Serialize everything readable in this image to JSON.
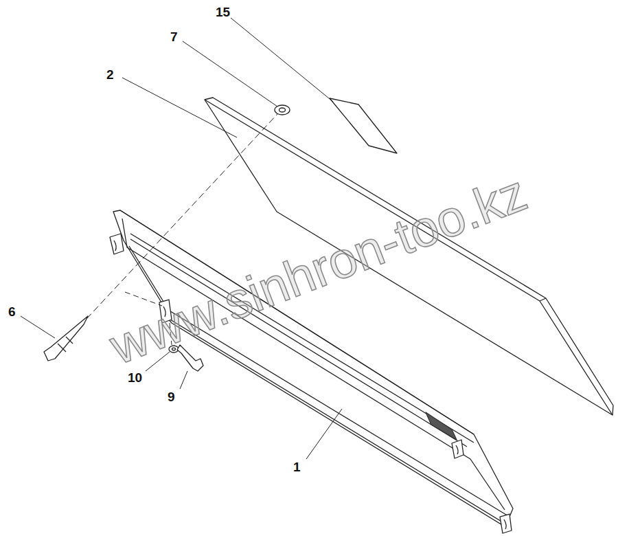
{
  "diagram": {
    "labels": [
      "15",
      "7",
      "2",
      "6",
      "10",
      "9",
      "1",
      "www.sinhron-too.kz"
    ]
  }
}
